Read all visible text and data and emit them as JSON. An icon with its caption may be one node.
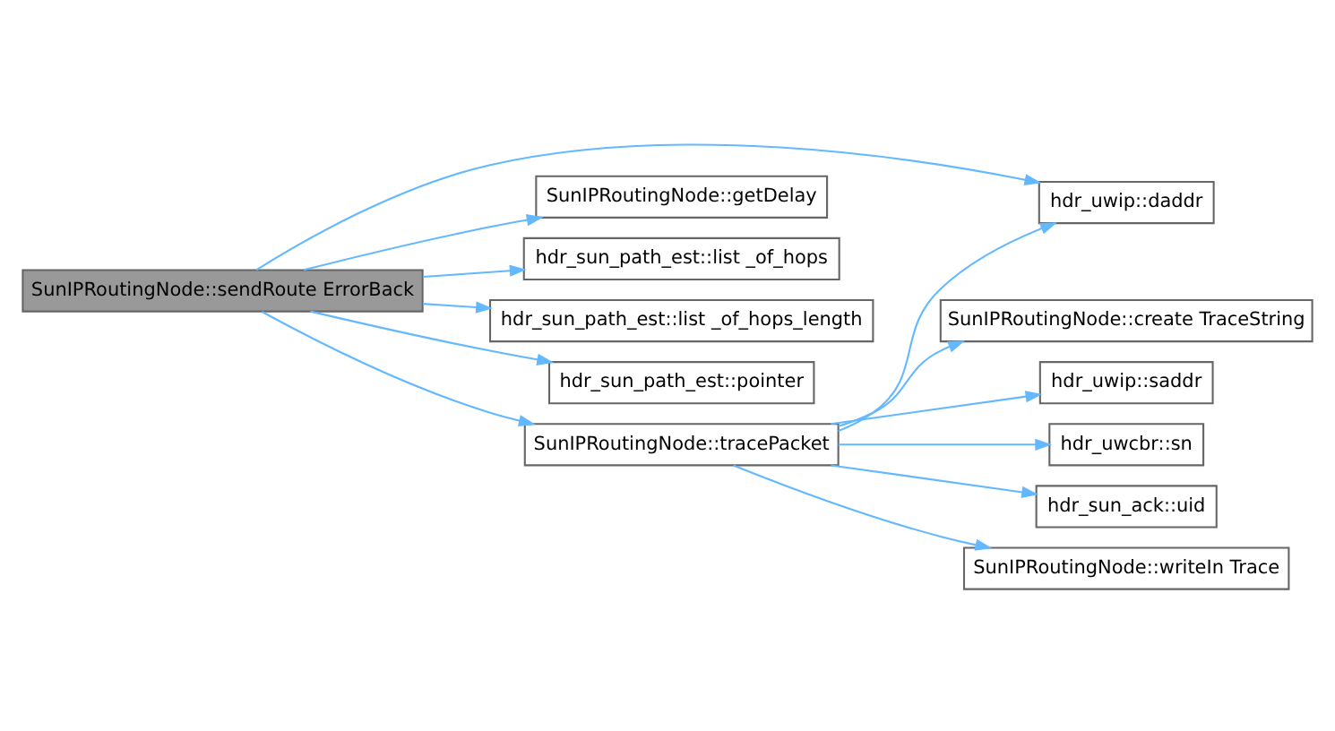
{
  "diagram": {
    "nodes": [
      {
        "text": [
          "SunIPRoutingNode::sendRoute ErrorBack"
        ]
      },
      {
        "text": [
          "hdr_uwip::daddr"
        ]
      },
      {
        "text": [
          "SunIPRoutingNode::getDelay"
        ]
      },
      {
        "text": [
          "hdr_sun_path_est::list _of_hops"
        ]
      },
      {
        "text": [
          "hdr_sun_path_est::list _of_hops_length"
        ]
      },
      {
        "text": [
          "hdr_sun_path_est::pointer"
        ]
      },
      {
        "text": [
          "SunIPRoutingNode::tracePacket"
        ]
      },
      {
        "text": [
          "SunIPRoutingNode::create TraceString"
        ]
      },
      {
        "text": [
          "hdr_uwip::saddr"
        ]
      },
      {
        "text": [
          "hdr_uwcbr::sn"
        ]
      },
      {
        "text": [
          "hdr_sun_ack::uid"
        ]
      },
      {
        "text": [
          "SunIPRoutingNode::writeIn Trace"
        ]
      }
    ],
    "edges": [
      {
        "from": 0,
        "to": 1,
        "arrow": "to"
      },
      {
        "from": 0,
        "to": 2,
        "arrow": "to"
      },
      {
        "from": 0,
        "to": 3,
        "arrow": "to"
      },
      {
        "from": 0,
        "to": 4,
        "arrow": "to"
      },
      {
        "from": 0,
        "to": 5,
        "arrow": "to"
      },
      {
        "from": 0,
        "to": 6,
        "arrow": "to"
      },
      {
        "from": 6,
        "to": 1,
        "arrow": "to"
      },
      {
        "from": 6,
        "to": 7,
        "arrow": "to"
      },
      {
        "from": 6,
        "to": 8,
        "arrow": "to"
      },
      {
        "from": 6,
        "to": 9,
        "arrow": "to"
      },
      {
        "from": 6,
        "to": 10,
        "arrow": "to"
      },
      {
        "from": 6,
        "to": 11,
        "arrow": "to"
      }
    ]
  }
}
